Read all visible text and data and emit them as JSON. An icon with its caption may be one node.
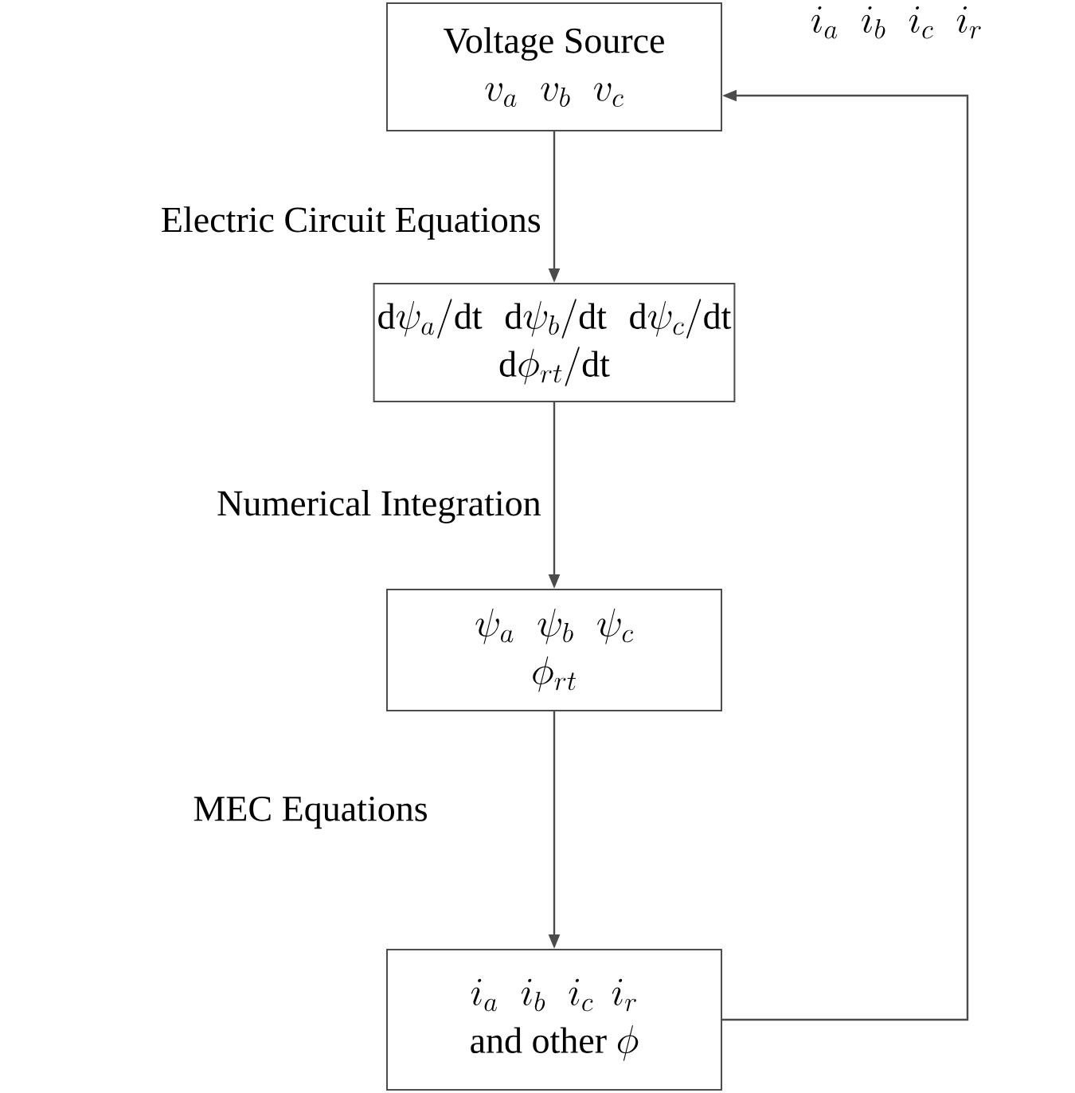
{
  "diagram": {
    "nodes": [
      {
        "text": [
          "Voltage Source",
          "v_a\\;\\; v_b\\;\\; v_c"
        ]
      },
      {
        "text": [
          "\\mathrm{d}\\psi_a/\\mathrm{dt}\\;\\; \\mathrm{d}\\psi_b/\\mathrm{dt}\\;\\; \\mathrm{d}\\psi_c/\\mathrm{dt}",
          "\\mathrm{d}\\phi_{rt}/\\mathrm{dt}"
        ]
      },
      {
        "text": [
          "\\psi_a\\;\\; \\psi_b\\;\\; \\psi_c",
          "\\phi_{rt}"
        ]
      },
      {
        "text": [
          "i_a\\;\\; i_b\\;\\; i_c\\;\\, i_r",
          "\\mbox{and other }\\phi"
        ]
      }
    ],
    "edges": [
      {
        "from": 0,
        "to": 1,
        "arrow": "to",
        "label": "Electric Circuit Equations"
      },
      {
        "from": 1,
        "to": 2,
        "arrow": "to",
        "label": "Numerical Integration"
      },
      {
        "from": 2,
        "to": 3,
        "arrow": "to",
        "label": "MEC Equations"
      },
      {
        "from": 3,
        "to": 0,
        "arrow": "to",
        "label": "i_a\\;\\; i_b\\;\\; i_c\\;\\; i_r"
      }
    ]
  }
}
